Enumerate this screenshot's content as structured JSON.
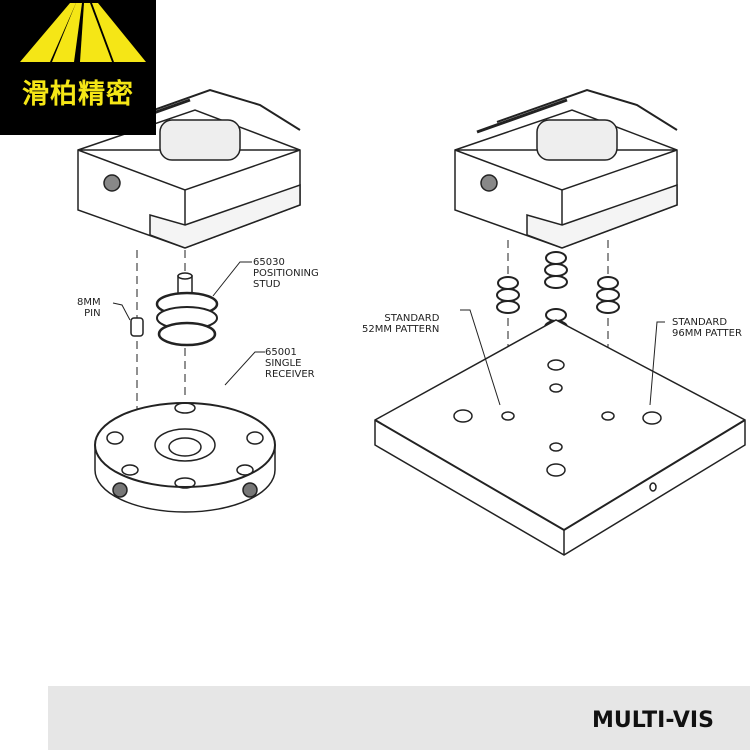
{
  "logo": {
    "text": "滑柏精密",
    "colors": {
      "background": "#000000",
      "accent": "#f5e616"
    }
  },
  "left_assembly": {
    "pin_label": "8MM\nPIN",
    "stud_label": "65030\nPOSITIONING\nSTUD",
    "receiver_label": "65001\nSINGLE\nRECEIVER"
  },
  "right_assembly": {
    "pattern_52_label": "STANDARD\n52MM PATTERN",
    "pattern_96_label": "STANDARD\n96MM PATTER"
  },
  "footer": {
    "title": "MULTI-VIS"
  }
}
